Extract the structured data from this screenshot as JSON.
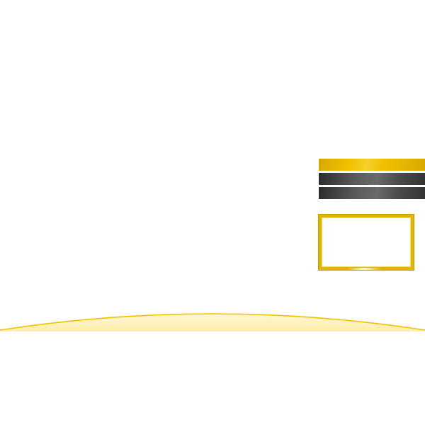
{
  "colors": {
    "gold": "#f0c000",
    "dark_bar": "#4a4a4a",
    "frame_border": "#e2b400",
    "arc_stroke": "#f2c200",
    "arc_fill": "#fdf3c8",
    "background": "#ffffff"
  },
  "shapes": [
    "gold-bar",
    "dark-bar",
    "dark-bar",
    "gold-frame",
    "gold-arc"
  ]
}
